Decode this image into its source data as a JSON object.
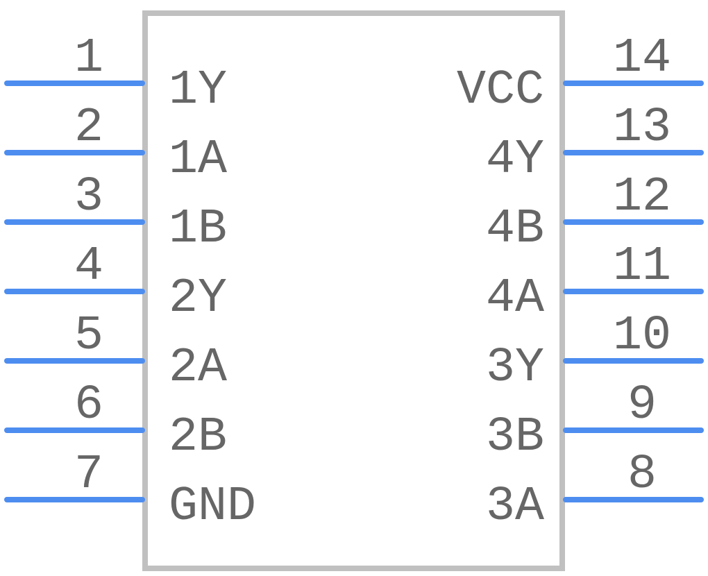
{
  "component": {
    "body_color": "#c0c0c0",
    "pin_color": "#4d8df0",
    "text_color": "#666666",
    "pins_left": [
      {
        "number": "1",
        "name": "1Y"
      },
      {
        "number": "2",
        "name": "1A"
      },
      {
        "number": "3",
        "name": "1B"
      },
      {
        "number": "4",
        "name": "2Y"
      },
      {
        "number": "5",
        "name": "2A"
      },
      {
        "number": "6",
        "name": "2B"
      },
      {
        "number": "7",
        "name": "GND"
      }
    ],
    "pins_right": [
      {
        "number": "14",
        "name": "VCC"
      },
      {
        "number": "13",
        "name": "4Y"
      },
      {
        "number": "12",
        "name": "4B"
      },
      {
        "number": "11",
        "name": "4A"
      },
      {
        "number": "10",
        "name": "3Y"
      },
      {
        "number": "9",
        "name": "3B"
      },
      {
        "number": "8",
        "name": "3A"
      }
    ]
  }
}
